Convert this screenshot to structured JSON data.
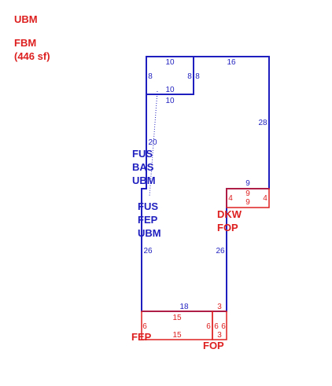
{
  "legend": {
    "line1": "UBM",
    "line2": "FBM",
    "line3": "(446 sf)"
  },
  "colors": {
    "blue": "#1f1fbf",
    "red": "#dd1f1f"
  },
  "dims": {
    "top_left_top": "10",
    "top_right_top": "16",
    "small_left": "8",
    "small_right_a": "8",
    "small_right_b": "8",
    "small_bottom_a": "10",
    "small_bottom_b": "10",
    "right_upper": "28",
    "left_upper": "20",
    "notch_top": "9",
    "dkw_left": "4",
    "dkw_top": "9",
    "dkw_bottom": "9",
    "dkw_right": "4",
    "left_lower": "26",
    "right_lower": "26",
    "bottom_main": "18",
    "bottom_right": "3",
    "fep_top": "15",
    "fep_left": "6",
    "fep_right": "6",
    "fep_bottom": "15",
    "fop_left": "6",
    "fop_right": "6",
    "fop_bottom": "3"
  },
  "areas": {
    "upper": [
      "FUS",
      "BAS",
      "UBM"
    ],
    "lower": [
      "FUS",
      "FEP",
      "UBM"
    ],
    "dkw": [
      "DKW",
      "FOP"
    ],
    "fep": "FEP",
    "fop": "FOP"
  }
}
